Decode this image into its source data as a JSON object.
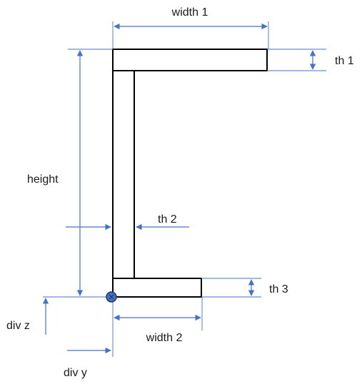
{
  "labels": {
    "width1": "width 1",
    "width2": "width 2",
    "height": "height",
    "th1": "th 1",
    "th2": "th 2",
    "th3": "th 3",
    "div_z": "div z",
    "div_y": "div y"
  },
  "colors": {
    "dimension": "#4472c4",
    "outline": "#000000",
    "origin_fill": "#4472c4",
    "origin_stroke": "#1f3864"
  }
}
